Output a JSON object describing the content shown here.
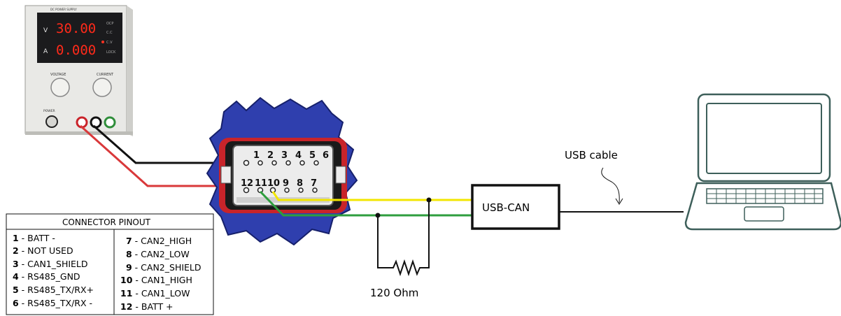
{
  "power_supply": {
    "display_v_value": "30.00",
    "display_a_value": "0.000",
    "display_v_unit": "V",
    "display_a_unit": "A",
    "knob_left_label": "VOLTAGE",
    "knob_right_label": "CURRENT",
    "power_label": "POWER",
    "indicators": [
      "OCP",
      "C.C",
      "C.V",
      "LOCK"
    ]
  },
  "connector": {
    "top_row_pins": [
      "1",
      "2",
      "3",
      "4",
      "5",
      "6"
    ],
    "bottom_row_pins": [
      "12",
      "11",
      "10",
      "9",
      "8",
      "7"
    ]
  },
  "pinout_table": {
    "title": "CONNECTOR PINOUT",
    "left_column": [
      {
        "num": "1",
        "name": "BATT -"
      },
      {
        "num": "2",
        "name": "NOT USED"
      },
      {
        "num": "3",
        "name": "CAN1_SHIELD"
      },
      {
        "num": "4",
        "name": "RS485_GND"
      },
      {
        "num": "5",
        "name": "RS485_TX/RX+"
      },
      {
        "num": "6",
        "name": "RS485_TX/RX -"
      }
    ],
    "right_column": [
      {
        "num": "7",
        "name": "CAN2_HIGH"
      },
      {
        "num": "8",
        "name": "CAN2_LOW"
      },
      {
        "num": "9",
        "name": "CAN2_SHIELD"
      },
      {
        "num": "10",
        "name": "CAN1_HIGH"
      },
      {
        "num": "11",
        "name": "CAN1_LOW"
      },
      {
        "num": "12",
        "name": "BATT +"
      }
    ]
  },
  "labels": {
    "resistor": "120 Ohm",
    "usb_can": "USB-CAN",
    "usb_cable": "USB cable"
  },
  "colors": {
    "batt_plus_wire": "#d9383a",
    "batt_minus_wire": "#111111",
    "can_high_wire": "#f2e600",
    "can_low_wire": "#2e9e3e",
    "connector_body": "#2f3fae",
    "laptop_outline": "#3d5f5a"
  }
}
